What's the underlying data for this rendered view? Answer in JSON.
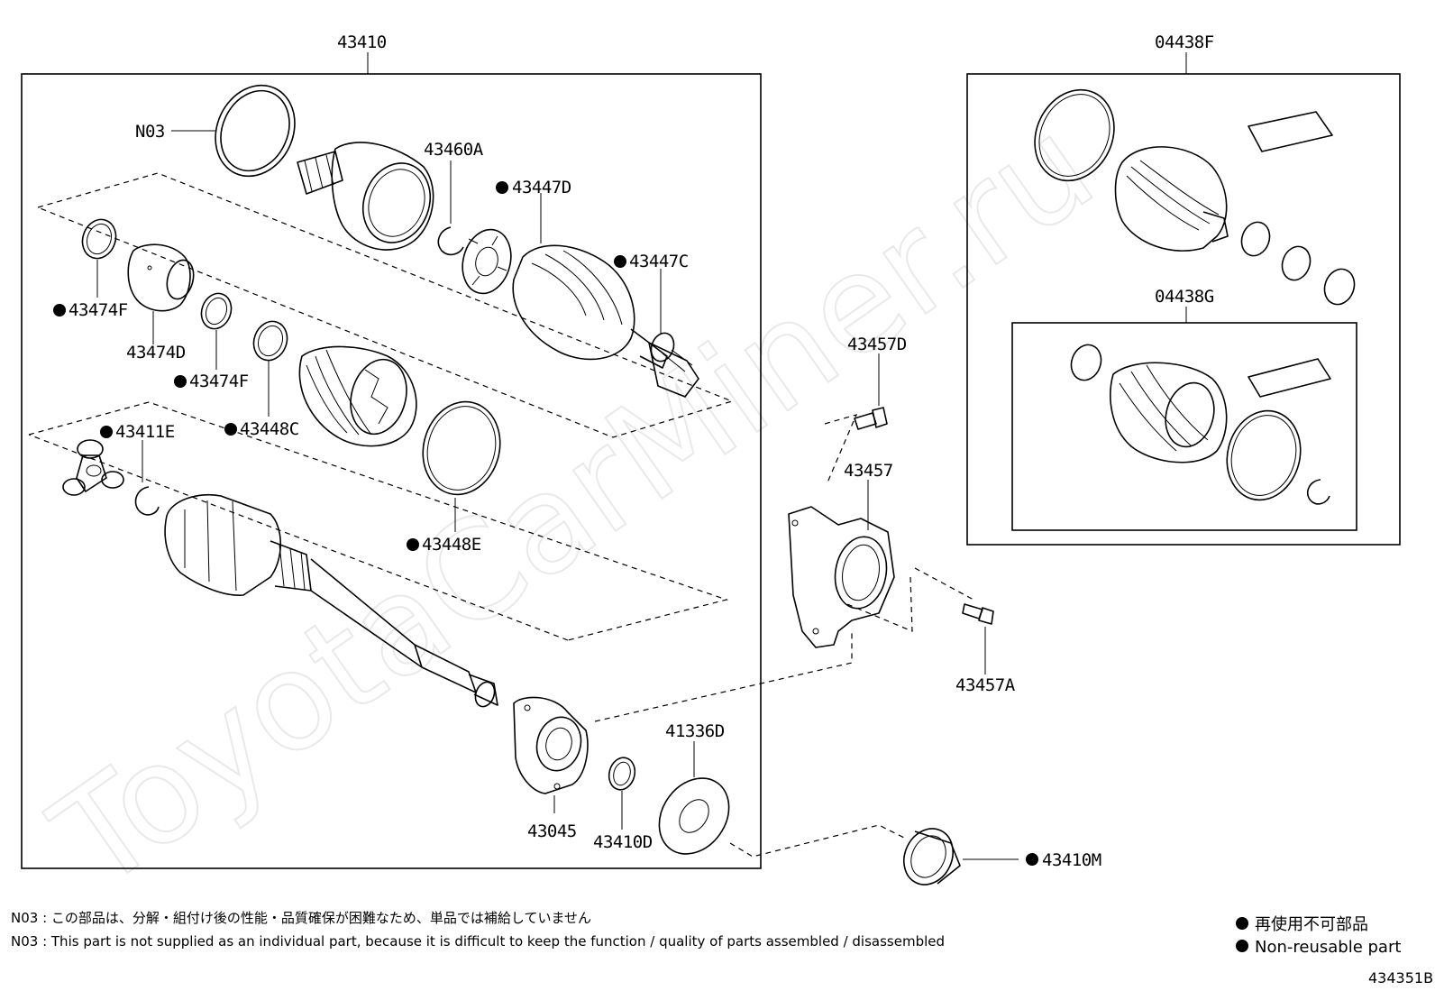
{
  "watermark": "ToyotaCarMiner.ru",
  "figure_id": "434351B",
  "groups": {
    "main": "43410",
    "kit_f": "04438F",
    "kit_g": "04438G"
  },
  "labels": {
    "n03": "N03",
    "p43460A": "43460A",
    "p43447D": "43447D",
    "p43447C": "43447C",
    "p43474F_a": "43474F",
    "p43474D": "43474D",
    "p43474F_b": "43474F",
    "p43448C": "43448C",
    "p43411E": "43411E",
    "p43448E": "43448E",
    "p43045": "43045",
    "p43410D": "43410D",
    "p41336D": "41336D",
    "p43410M": "43410M",
    "p43457D": "43457D",
    "p43457": "43457",
    "p43457A": "43457A"
  },
  "notes": {
    "jp": "N03 : この部品は、分解・組付け後の性能・品質確保が困難なため、単品では補給していません",
    "en": "N03 : This part is not supplied as an individual part, because it is difficult to keep the function / quality of parts  assembled / disassembled"
  },
  "legend": {
    "jp": "再使用不可部品",
    "en": "Non-reusable part"
  }
}
